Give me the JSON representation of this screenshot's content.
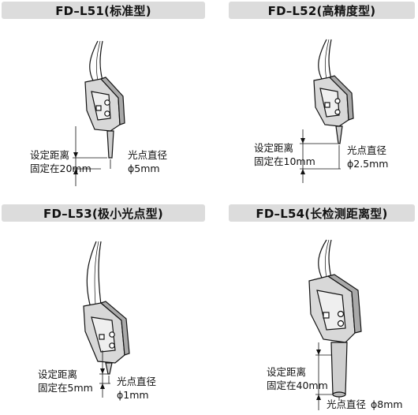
{
  "panels": [
    {
      "title": "FD–L51(标准型)",
      "distance_label": "设定距离",
      "distance_value": "固定在20mm",
      "spot_label": "光点直径",
      "spot_value": "ϕ5mm"
    },
    {
      "title": "FD–L52(高精度型)",
      "distance_label": "设定距离",
      "distance_value": "固定在10mm",
      "spot_label": "光点直径",
      "spot_value": "ϕ2.5mm"
    },
    {
      "title": "FD–L53(极小光点型)",
      "distance_label": "设定距离",
      "distance_value": "固定在5mm",
      "spot_label": "光点直径",
      "spot_value": "ϕ1mm"
    },
    {
      "title": "FD–L54(长检测距离型)",
      "distance_label": "设定距离",
      "distance_value": "固定在40mm",
      "spot_label": "光点直径",
      "spot_value": "ϕ8mm"
    }
  ]
}
